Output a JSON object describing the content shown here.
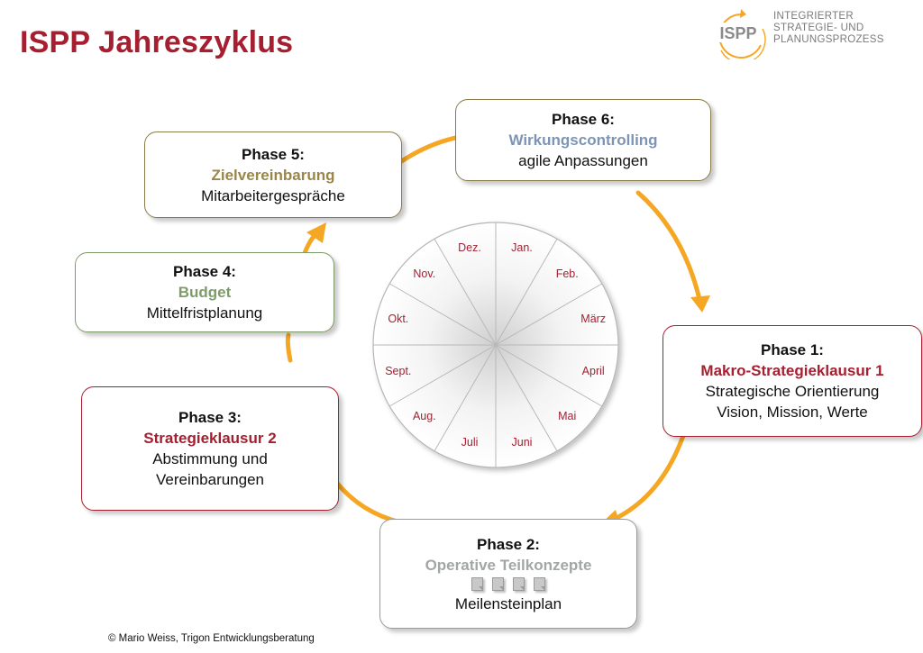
{
  "title": "ISPP Jahreszyklus",
  "logo": {
    "badge": "ISPP",
    "lines": [
      "INTEGRIERTER",
      "STRATEGIE- UND",
      "PLANUNGSPROZESS"
    ]
  },
  "phases": {
    "p5": {
      "phase": "Phase 5:",
      "name": "Zielvereinbarung",
      "lines": [
        "Mitarbeitergespräche"
      ]
    },
    "p6": {
      "phase": "Phase 6:",
      "name": "Wirkungscontrolling",
      "lines": [
        "agile Anpassungen"
      ]
    },
    "p4": {
      "phase": "Phase 4:",
      "name": "Budget",
      "lines": [
        "Mittelfristplanung"
      ]
    },
    "p1": {
      "phase": "Phase 1:",
      "name": "Makro-Strategieklausur 1",
      "lines": [
        "Strategische Orientierung",
        "Vision, Mission, Werte"
      ]
    },
    "p3": {
      "phase": "Phase 3:",
      "name": "Strategieklausur 2",
      "lines": [
        "Abstimmung und",
        "Vereinbarungen"
      ]
    },
    "p2": {
      "phase": "Phase 2:",
      "name": "Operative Teilkonzepte",
      "lines": [
        "Meilensteinplan"
      ]
    }
  },
  "months": [
    "Jan.",
    "Feb.",
    "März",
    "April",
    "Mai",
    "Juni",
    "Juli",
    "Aug.",
    "Sept.",
    "Okt.",
    "Nov.",
    "Dez."
  ],
  "colors": {
    "title": "#a51f30",
    "arrow": "#f5a623",
    "month": "#a51f30"
  },
  "footer": "© Mario Weiss, Trigon Entwicklungsberatung"
}
